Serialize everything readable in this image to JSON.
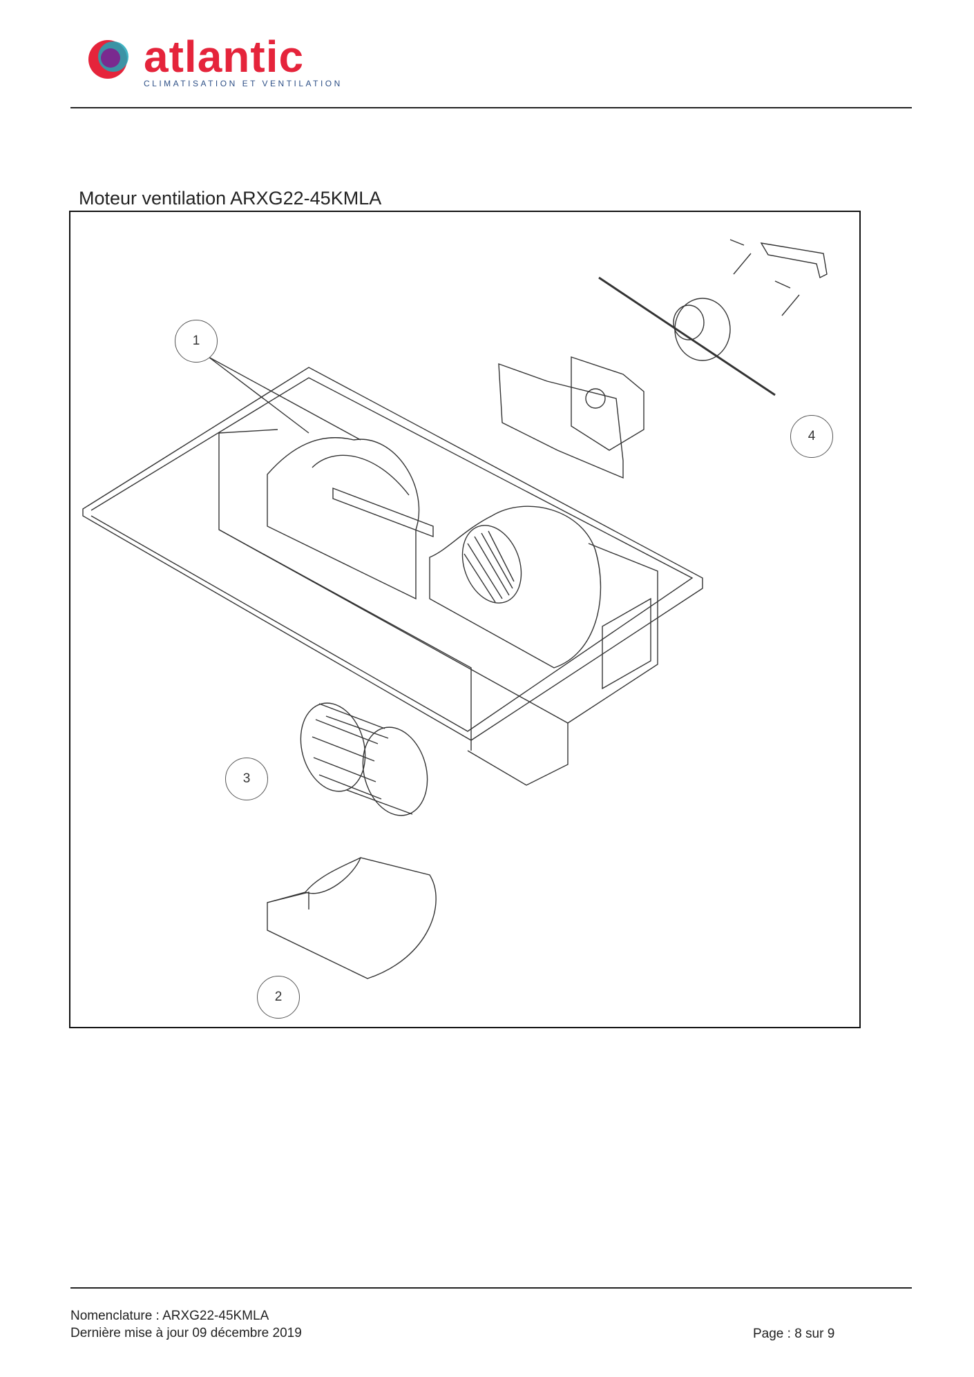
{
  "brand": {
    "name": "atlantic",
    "tagline": "CLIMATISATION ET VENTILATION",
    "colors": {
      "red": "#e5243b",
      "blue": "#2d4f86",
      "purple": "#7a2a8f",
      "teal": "#1fa7b8"
    }
  },
  "section": {
    "title": "Moteur ventilation ARXG22-45KMLA"
  },
  "diagram": {
    "callouts": [
      {
        "label": "1"
      },
      {
        "label": "2"
      },
      {
        "label": "3"
      },
      {
        "label": "4"
      }
    ]
  },
  "footer": {
    "nomenclature": "Nomenclature : ARXG22-45KMLA",
    "updated": "Dernière mise à jour 09 décembre 2019",
    "page": "Page : 8 sur 9"
  }
}
